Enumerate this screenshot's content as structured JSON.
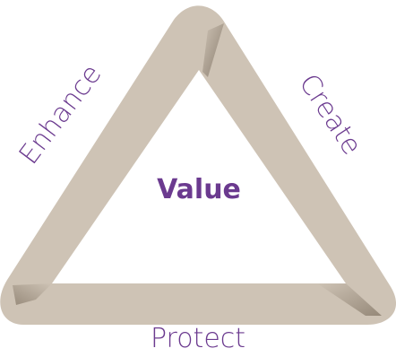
{
  "diagram": {
    "center_label": "Value",
    "edges": {
      "left": "Enhance",
      "right": "Create",
      "bottom": "Protect"
    }
  },
  "colors": {
    "triangle": "#cec3b5",
    "triangle_shadow": "#a69987",
    "text": "#6b3a8f"
  }
}
